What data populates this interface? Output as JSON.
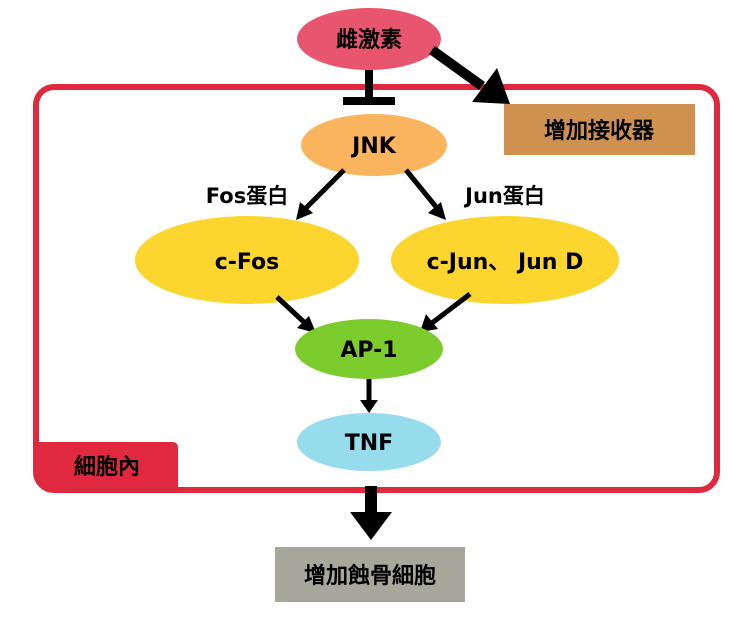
{
  "nodes": {
    "estrogen": "雌激素",
    "increase_receptor": "增加接收器",
    "jnk": "JNK",
    "c_fos": "c-Fos",
    "c_jun": "c-Jun、 Jun D",
    "ap1": "AP-1",
    "tnf": "TNF",
    "increase_osteoclast": "增加蝕骨細胞"
  },
  "edge_labels": {
    "fos_protein": "Fos蛋白",
    "jun_protein": "Jun蛋白"
  },
  "region_label": "細胞內",
  "colors": {
    "estrogen": "#e8556e",
    "cell_border": "#e0283f",
    "increase_receptor": "#cf9150",
    "jnk": "#fbb45e",
    "fos_jun": "#fcd52e",
    "ap1": "#7ccc2e",
    "tnf": "#96dcec",
    "increase_osteoclast": "#a7a79c",
    "arrow": "#000000"
  }
}
